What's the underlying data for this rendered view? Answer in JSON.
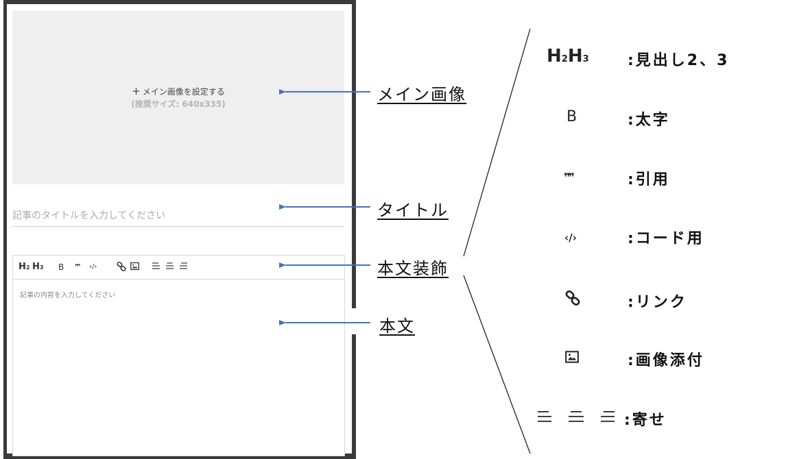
{
  "editor": {
    "main_image": {
      "label": "メイン画像を設定する",
      "plus": "+",
      "hint": "(推奨サイズ: 640x335)"
    },
    "title_placeholder": "記事のタイトルを入力してください",
    "toolbar": {
      "h2": "H",
      "h2_sub": "2",
      "h3": "H",
      "h3_sub": "3",
      "bold": "B",
      "quote": "❞❞",
      "code": "‹/›"
    },
    "body_placeholder": "記事の内容を入力してください"
  },
  "callouts": [
    "メイン画像",
    "タイトル",
    "本文装飾",
    "本文"
  ],
  "legend": [
    {
      "icon": "heading-icon",
      "text": ":見出し2、3"
    },
    {
      "icon": "bold-icon",
      "text": ":太字"
    },
    {
      "icon": "quote-icon",
      "text": ":引用"
    },
    {
      "icon": "code-icon",
      "text": ":コード用"
    },
    {
      "icon": "link-icon",
      "text": ":リンク"
    },
    {
      "icon": "image-icon",
      "text": ":画像添付"
    },
    {
      "icon": "align-icon",
      "text": ":寄せ"
    }
  ],
  "legend_symbols": {
    "h2": "H",
    "h2_sub": "2",
    "h3": "H",
    "h3_sub": "3",
    "bold": "B",
    "quote": "❞❞",
    "code": "‹/›"
  },
  "colors": {
    "arrow": "#4472c4",
    "frame": "#3a3a3a",
    "image_area": "#efefef"
  }
}
